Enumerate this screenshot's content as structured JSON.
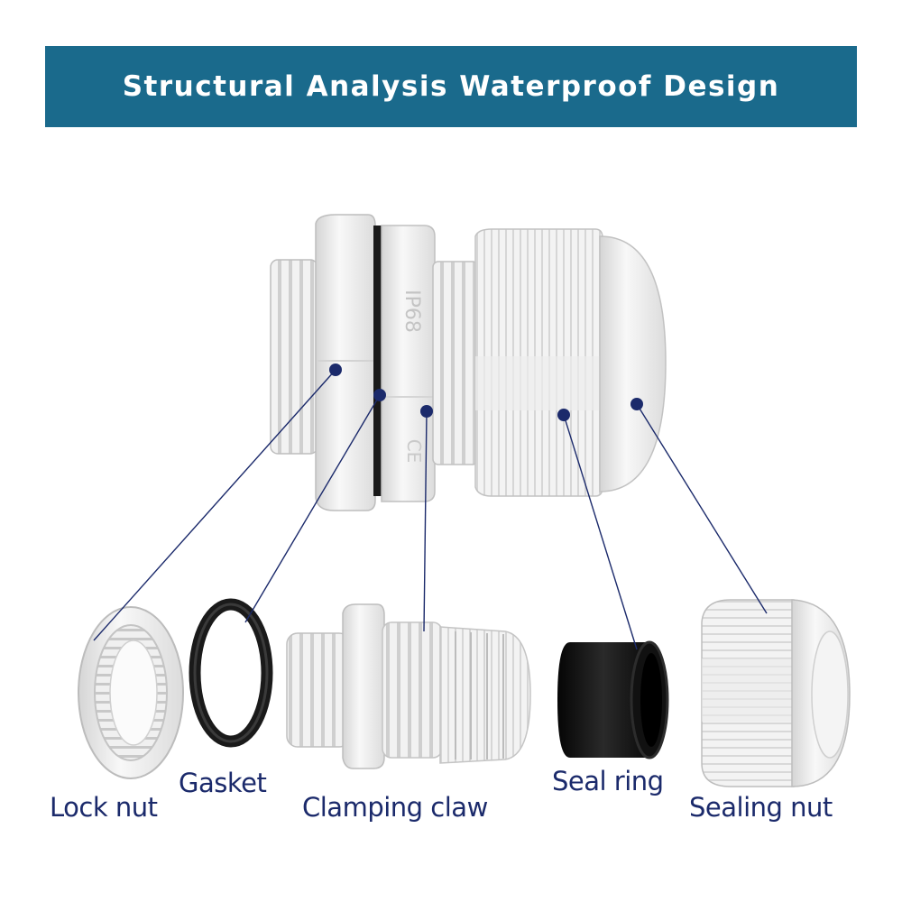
{
  "banner": {
    "title": "Structural Analysis Waterproof Design",
    "background": "#1a6a8c"
  },
  "product_marking": "IP68",
  "labels": {
    "lock_nut": "Lock nut",
    "gasket": "Gasket",
    "clamping_claw": "Clamping claw",
    "seal_ring": "Seal ring",
    "sealing_nut": "Sealing nut"
  },
  "colors": {
    "label_text": "#1b2a6b",
    "leader_line": "#1b2a6b",
    "part_white": "#f1f1f1",
    "gasket_black": "#1a1a1a"
  }
}
